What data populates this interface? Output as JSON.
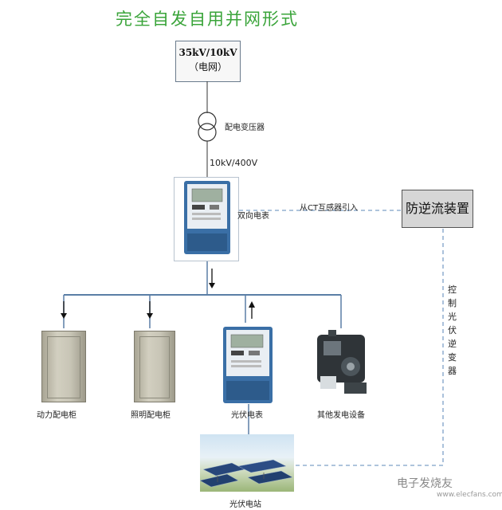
{
  "title": "完全自发自用并网形式",
  "grid": {
    "line1": "35kV/10kV",
    "line2": "（电网）"
  },
  "transformer_label": "配电变压器",
  "voltage_label": "10kV/400V",
  "bidir_meter_label": "双向电表",
  "ct_label": "从CT互感器引入",
  "protection_device": "防逆流装置",
  "control_text": "控制光伏逆变器",
  "loads": [
    {
      "label": "动力配电柜"
    },
    {
      "label": "照明配电柜"
    },
    {
      "label": "光伏电表"
    },
    {
      "label": "其他发电设备"
    }
  ],
  "pv_station_label": "光伏电站",
  "watermark": {
    "logo_text": "电子发烧友",
    "url": "www.elecfans.com"
  }
}
